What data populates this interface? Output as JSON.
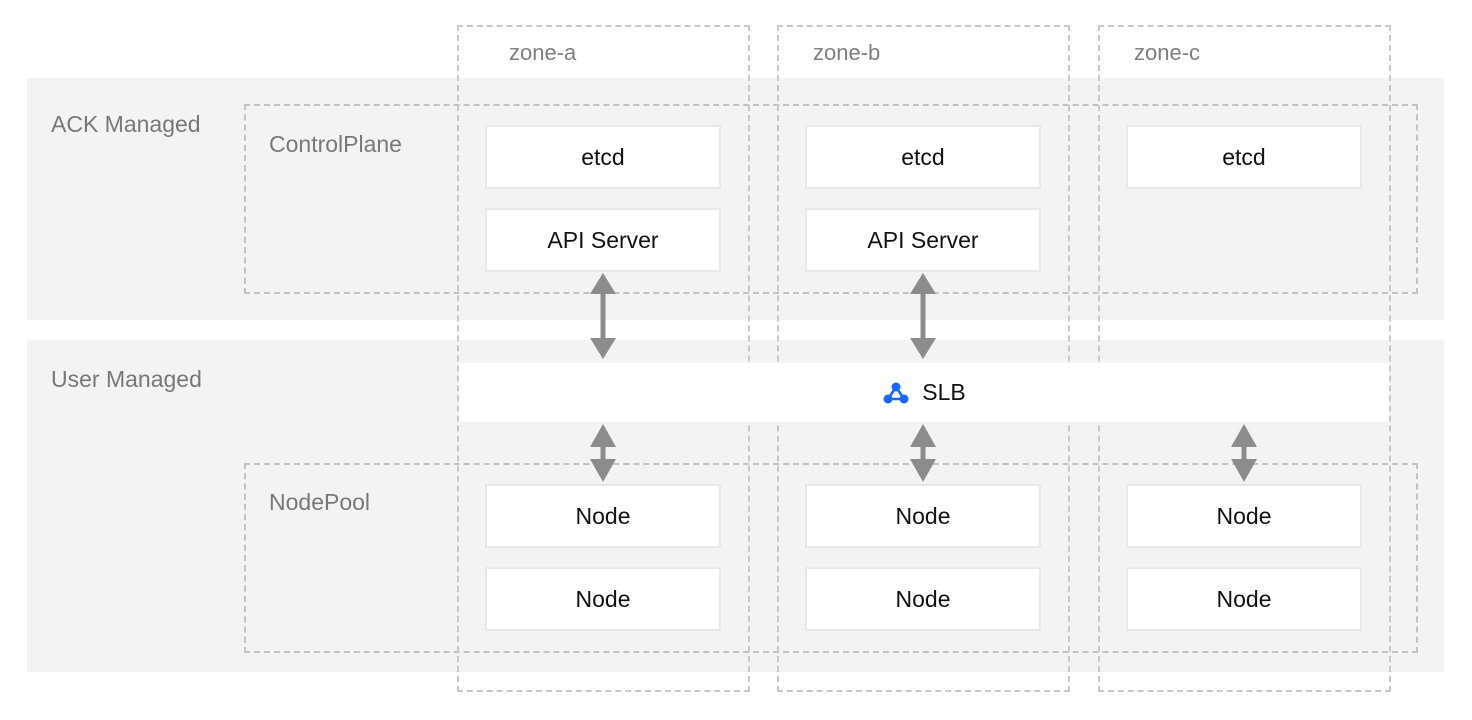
{
  "bands": {
    "ack_label": "ACK Managed",
    "user_label": "User Managed"
  },
  "groups": {
    "control_plane_label": "ControlPlane",
    "nodepool_label": "NodePool"
  },
  "zones": [
    "zone-a",
    "zone-b",
    "zone-c"
  ],
  "control_plane": {
    "zone_a": [
      "etcd",
      "API Server"
    ],
    "zone_b": [
      "etcd",
      "API Server"
    ],
    "zone_c": [
      "etcd"
    ]
  },
  "slb": {
    "label": "SLB",
    "icon": "slb-network-icon",
    "icon_color": "#1a66ff"
  },
  "nodepool": {
    "zone_a": [
      "Node",
      "Node"
    ],
    "zone_b": [
      "Node",
      "Node"
    ],
    "zone_c": [
      "Node",
      "Node"
    ]
  },
  "colors": {
    "band_bg": "#f3f3f5",
    "arrow": "#8c8c8c",
    "dashed_border": "#c2c2c2"
  }
}
